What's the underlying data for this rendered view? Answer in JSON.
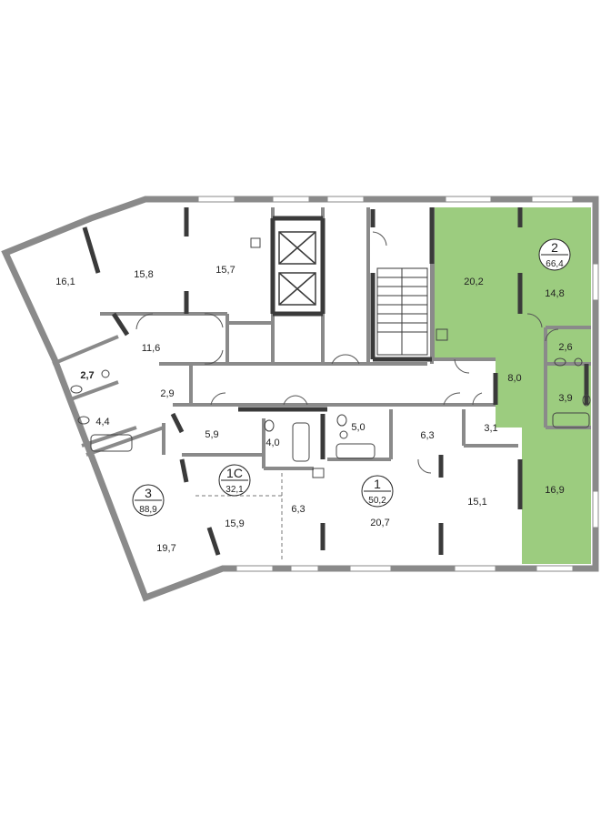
{
  "colors": {
    "wall": "#8a8a8a",
    "wall_dark": "#3a3a3a",
    "highlight": "#9ccc7f",
    "window": "#ffffff"
  },
  "apartments": [
    {
      "number": "3",
      "area": "88,9"
    },
    {
      "number": "1С",
      "area": "32,1"
    },
    {
      "number": "1",
      "area": "50,2"
    },
    {
      "number": "2",
      "area": "66,4",
      "highlighted": true
    }
  ],
  "rooms": {
    "r161": "16,1",
    "r158": "15,8",
    "r157": "15,7",
    "r116": "11,6",
    "r27": "2,7",
    "r44": "4,4",
    "r29": "2,9",
    "r197": "19,7",
    "r59": "5,9",
    "r40": "4,0",
    "r159": "15,9",
    "r63a": "6,3",
    "r50": "5,0",
    "r63b": "6,3",
    "r31": "3,1",
    "r207": "20,7",
    "r151": "15,1",
    "r202": "20,2",
    "r148": "14,8",
    "r26": "2,6",
    "r80": "8,0",
    "r39": "3,9",
    "r169": "16,9"
  }
}
